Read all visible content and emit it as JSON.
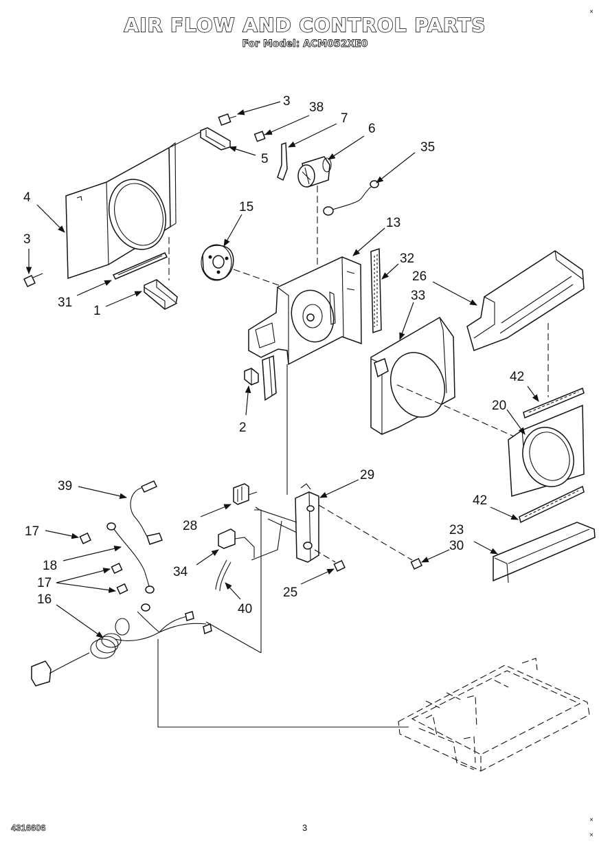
{
  "header": {
    "title": "AIR FLOW AND CONTROL PARTS",
    "subtitle": "For Model: ACM052XE0"
  },
  "footer": {
    "doc_number": "4316606",
    "page_number": "3"
  },
  "callouts": {
    "c3a": "3",
    "c38": "38",
    "c7": "7",
    "c6": "6",
    "c5": "5",
    "c35": "35",
    "c4": "4",
    "c3b": "3",
    "c15": "15",
    "c13": "13",
    "c32": "32",
    "c26": "26",
    "c33": "33",
    "c31": "31",
    "c1": "1",
    "c2": "2",
    "c42a": "42",
    "c20": "20",
    "c39": "39",
    "c29": "29",
    "c42b": "42",
    "c28": "28",
    "c17a": "17",
    "c23": "23",
    "c30": "30",
    "c18": "18",
    "c34": "34",
    "c25": "25",
    "c17b": "17",
    "c40": "40",
    "c16": "16"
  }
}
